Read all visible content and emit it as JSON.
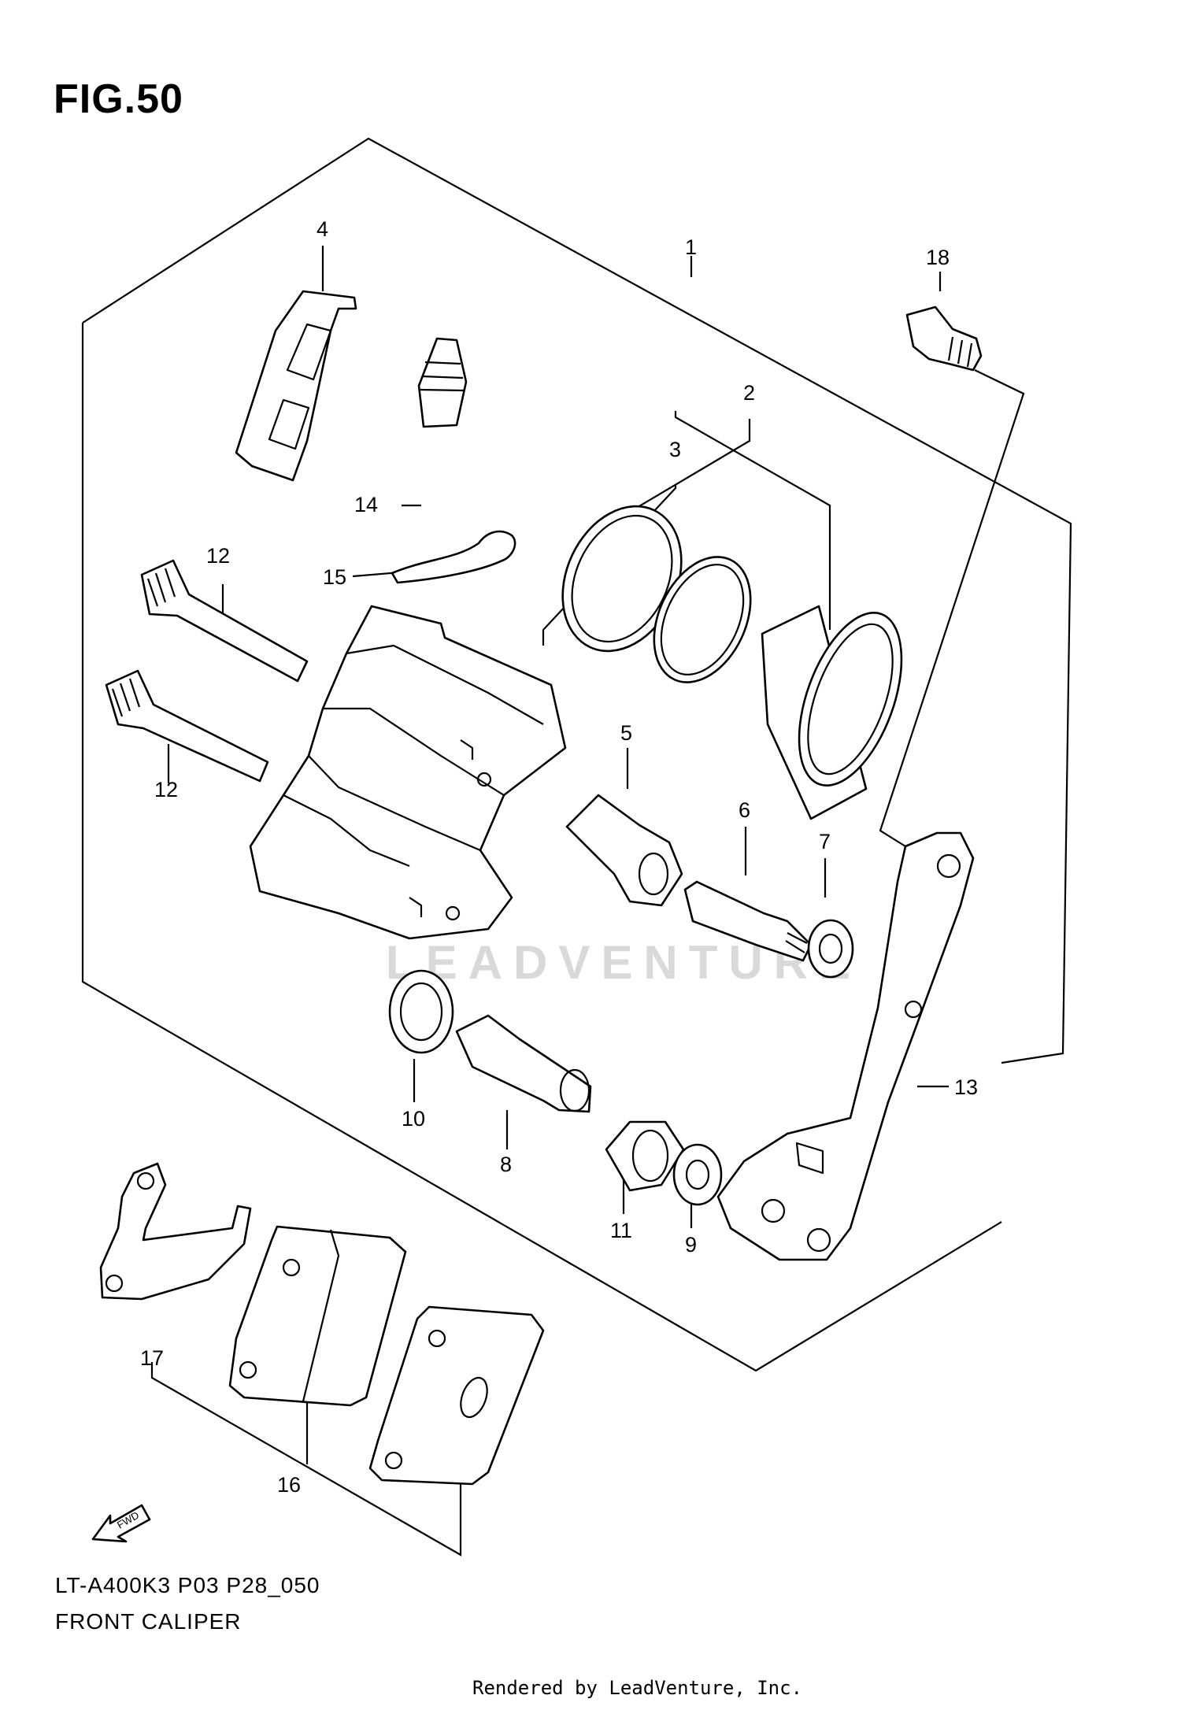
{
  "figure": {
    "title": "FIG.50"
  },
  "footer": {
    "model_code": "LT-A400K3 P03 P28_050",
    "assembly_name": "FRONT CALIPER",
    "credit": "Rendered by LeadVenture, Inc."
  },
  "watermark": "LEADVENTURE",
  "fwd_label": "FWD",
  "callouts": [
    "1",
    "2",
    "3",
    "4",
    "5",
    "6",
    "7",
    "8",
    "9",
    "10",
    "11",
    "12",
    "12",
    "13",
    "14",
    "15",
    "16",
    "17",
    "18"
  ]
}
